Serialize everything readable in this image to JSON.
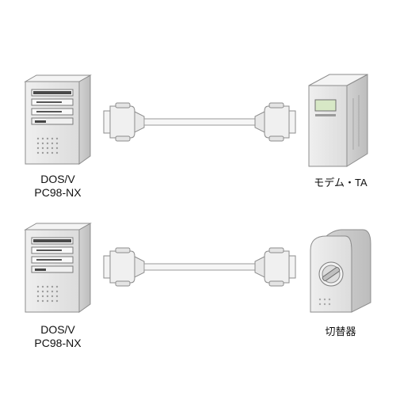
{
  "diagram": {
    "rows": [
      {
        "left_device": {
          "name_line1": "DOS/V",
          "name_line2": "PC98-NX",
          "icon": "tower-pc-icon"
        },
        "cable": {
          "icon": "serial-cable-icon"
        },
        "right_device": {
          "name": "モデム・TA",
          "icon": "modem-icon"
        }
      },
      {
        "left_device": {
          "name_line1": "DOS/V",
          "name_line2": "PC98-NX",
          "icon": "tower-pc-icon"
        },
        "cable": {
          "icon": "serial-cable-icon"
        },
        "right_device": {
          "name": "切替器",
          "icon": "switch-box-icon"
        }
      }
    ],
    "colors": {
      "device_fill": "#e6e6e6",
      "device_stroke": "#8c8c8c",
      "cable": "#9a9a9a",
      "text": "#111111"
    }
  }
}
